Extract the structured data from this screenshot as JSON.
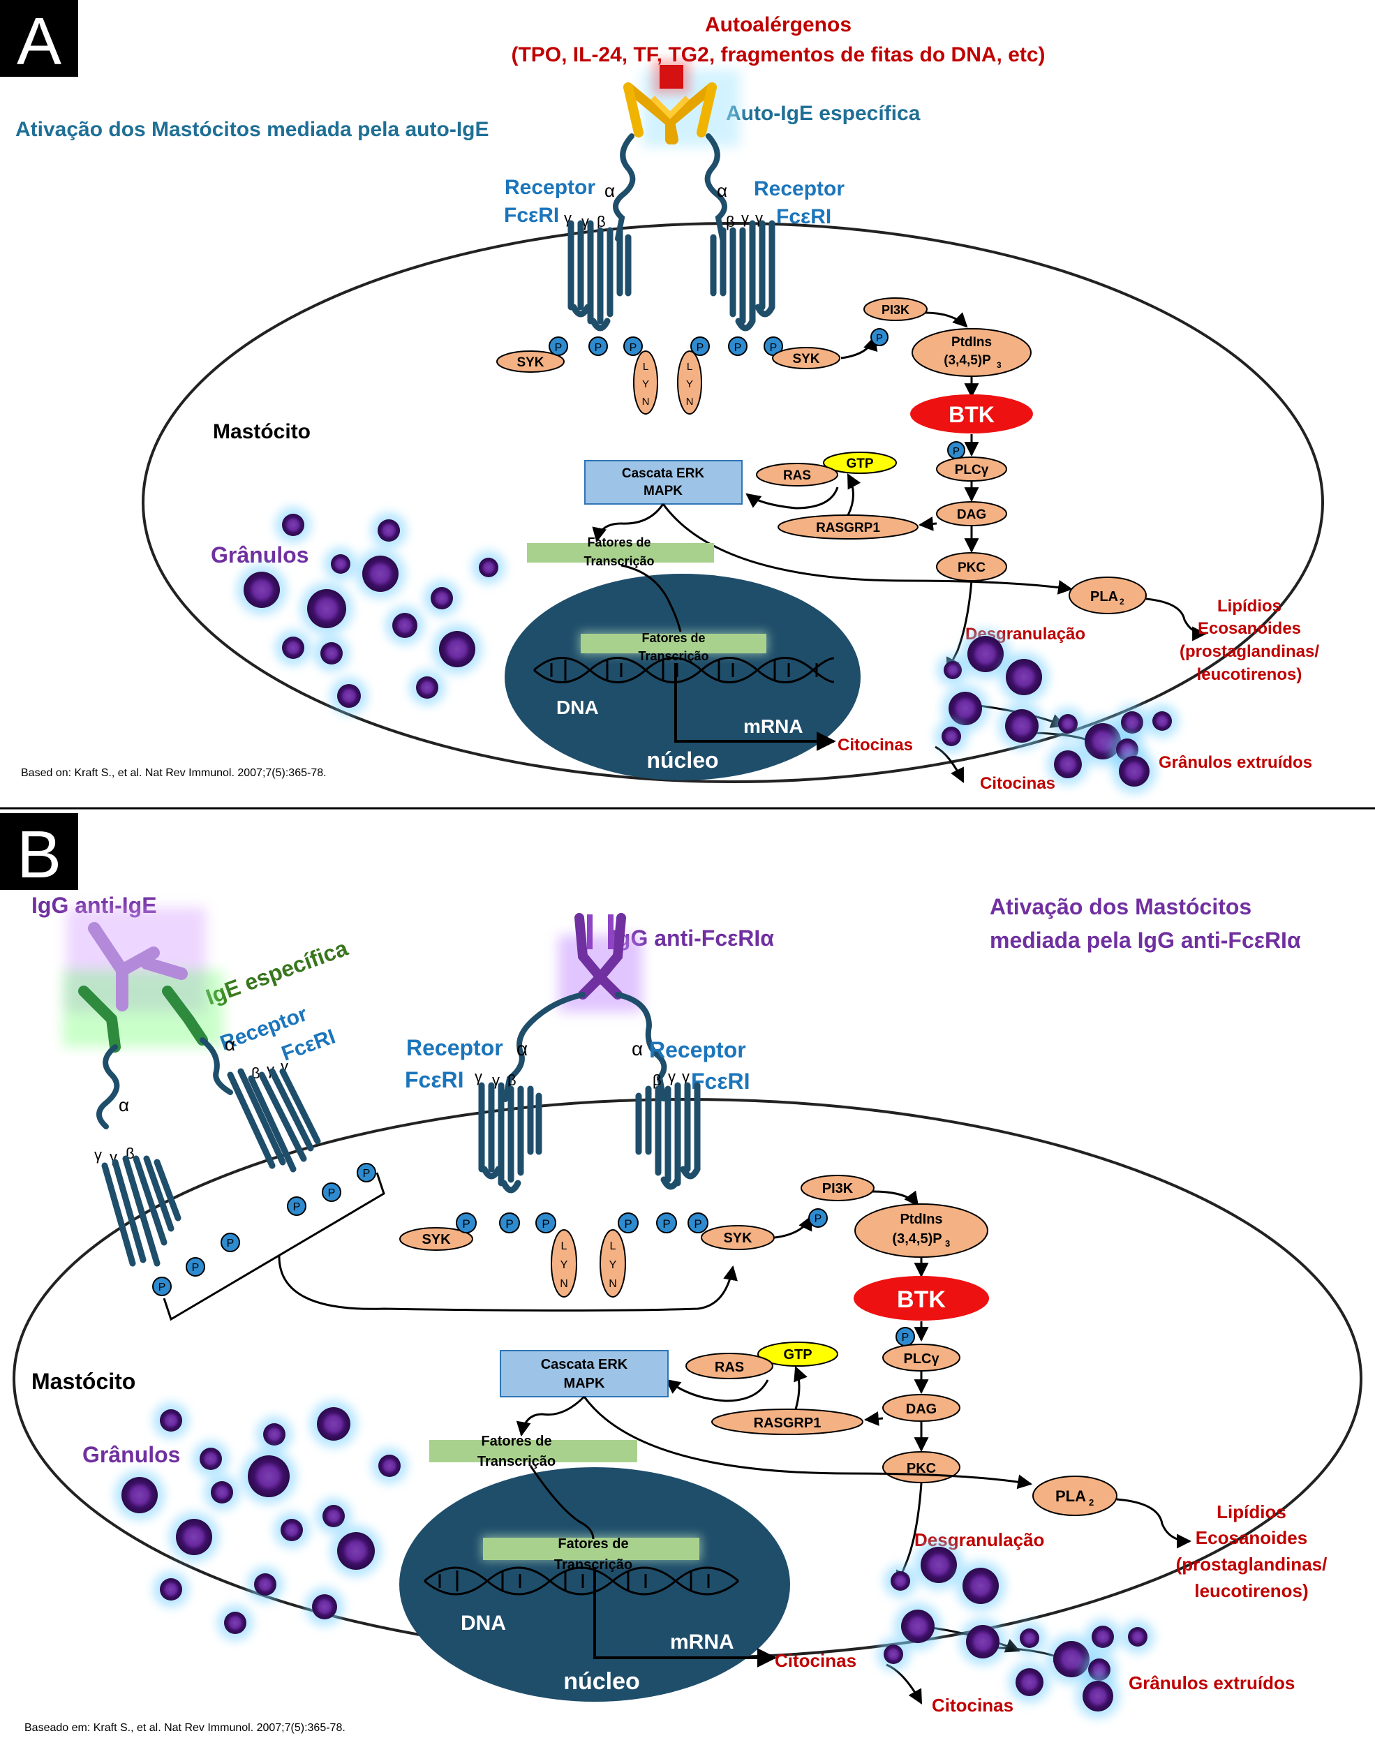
{
  "colors": {
    "dark_red": "#c00000",
    "teal_blue": "#1f6f96",
    "receptor_blue": "#1b75bb",
    "purple": "#7030a0",
    "green": "#38761d",
    "cell_outline": "#222222",
    "receptor_fill": "#1f4e6b",
    "salmon": "#f4b183",
    "p_blue": "#2e8bcf",
    "btk_red": "#ee1111",
    "gtp_yellow": "#ffff00",
    "erk_box": "#9dc3e6",
    "transcription_green": "#a9d18e",
    "nucleus_fill": "#1f4e6b"
  },
  "panel_a": {
    "letter": "A",
    "autoallergens_title": "Autoalérgenos",
    "autoallergens_list": "(TPO, IL-24, TF, TG2, fragmentos de fitas do DNA, etc)",
    "auto_ige_label": "Auto-IgE específica",
    "activation_title": "Ativação dos Mastócitos mediada pela auto-IgE",
    "receptor_word": "Receptor",
    "receptor_name": "FcεRI",
    "alpha": "α",
    "gamma": "γ",
    "beta": "β",
    "mast_cell_label": "Mastócito",
    "granules_label": "Grânulos",
    "source": "Based on: Kraft S., et al. Nat Rev Immunol. 2007;7(5):365-78."
  },
  "panel_b": {
    "letter": "B",
    "igg_anti_ige": "IgG anti-IgE",
    "ige_specific": "IgE específica",
    "igg_anti_fceria": "IgG anti-FcεRIα",
    "activation_title_line1": "Ativação dos Mastócitos",
    "activation_title_line2": "mediada pela IgG anti-FcεRIα",
    "receptor_word": "Receptor",
    "receptor_name": "FcεRI",
    "alpha": "α",
    "gamma": "γ",
    "beta": "β",
    "mast_cell_label": "Mastócito",
    "granules_label": "Grânulos",
    "source": "Baseado em: Kraft S., et al. Nat Rev Immunol. 2007;7(5):365-78."
  },
  "signaling": {
    "syk": "SYK",
    "p": "P",
    "lyn_l": "L",
    "lyn_y": "Y",
    "lyn_n": "N",
    "pi3k": "PI3K",
    "ptdins_line1": "PtdIns",
    "ptdins_line2": "(3,4,5)P",
    "ptdins_sub": "3",
    "btk": "BTK",
    "plc": "PLCγ",
    "dag": "DAG",
    "pkc": "PKC",
    "ras": "RAS",
    "gtp": "GTP",
    "rasgrp1": "RASGRP1",
    "erk_line1": "Cascata ERK",
    "erk_line2": "MAPK",
    "tf_line1": "Fatores de",
    "tf_line2": "Transcrição",
    "pla": "PLA",
    "pla_sub": "2",
    "lipids_line1": "Lipídios",
    "lipids_line2": "Ecosanoides",
    "lipids_line3": "(prostaglandinas/",
    "lipids_line4": "leucotirenos)",
    "degranulation": "Desgranulação",
    "dna": "DNA",
    "mrna": "mRNA",
    "nucleus": "núcleo",
    "cytokines": "Citocinas",
    "extruded_granules": "Grânulos extruídos"
  }
}
